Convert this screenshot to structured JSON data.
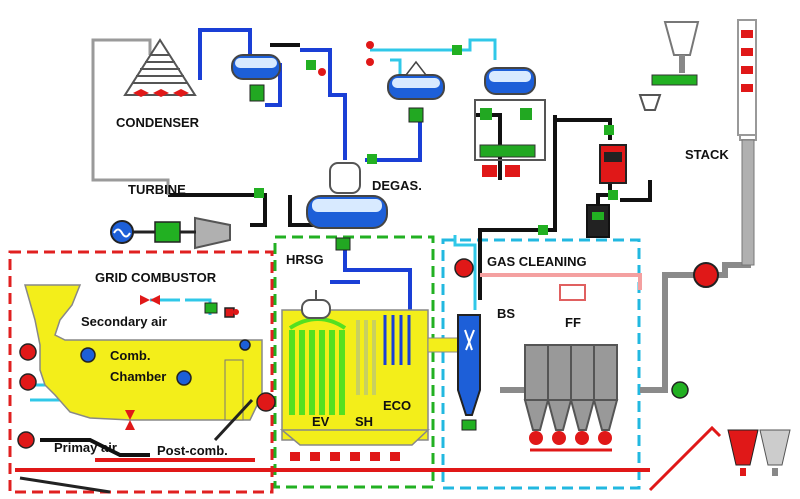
{
  "labels": {
    "condenser": "CONDENSER",
    "turbine": "TURBINE",
    "degas": "DEGAS.",
    "stack": "STACK",
    "hrsg": "HRSG",
    "gas_cleaning": "GAS CLEANING",
    "grid_combustor": "GRID COMBUSTOR",
    "secondary_air": "Secondary air",
    "comb": "Comb.",
    "chamber": "Chamber",
    "bs": "BS",
    "ff": "FF",
    "ev": "EV",
    "sh": "SH",
    "eco": "ECO",
    "primary_air": "Primay air",
    "post_comb": "Post-comb."
  },
  "colors": {
    "combustor_zone": "#e02020",
    "hrsg_zone": "#22b022",
    "gas_cleaning_zone": "#22b8e0",
    "steam_pipe": "#1a3fd6",
    "water_pipe": "#30c8e8",
    "flue_gas": "#808080",
    "air_pipe": "#f4a0a0",
    "equipment_yellow": "#f3ee1a",
    "tube_green": "#55e020",
    "vessel_blue": "#1d5fd8",
    "component_red": "#e01818"
  },
  "icons": [
    "generator-icon",
    "pump-icon",
    "fan-icon",
    "valve-icon",
    "tank-icon",
    "filter-bag-icon"
  ]
}
